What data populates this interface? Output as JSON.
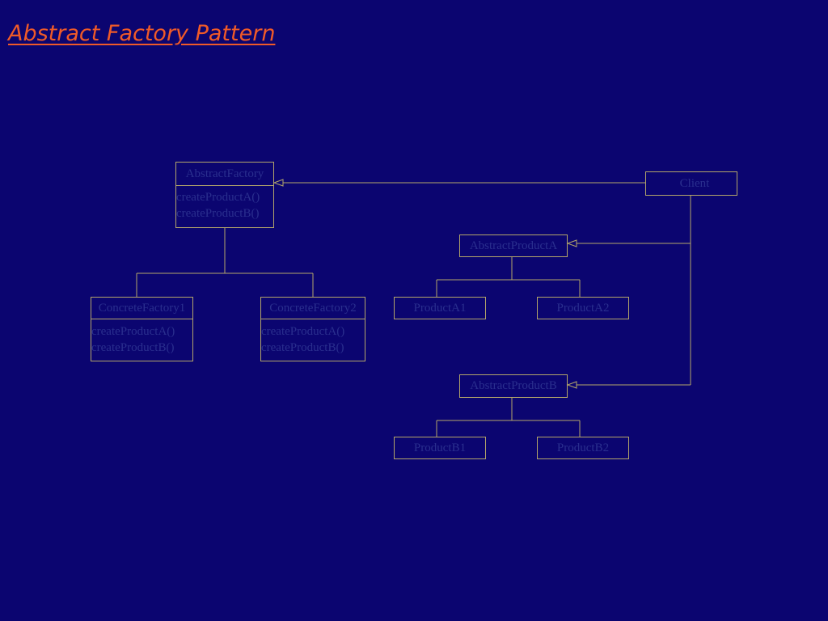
{
  "title": "Abstract Factory Pattern",
  "colors": {
    "background": "#0b0570",
    "title": "#f05a28",
    "line": "#b4a66a",
    "text": "#2a2f8e"
  },
  "classes": {
    "abstract_factory": {
      "name": "AbstractFactory",
      "ops": [
        "createProductA()",
        "createProductB()"
      ]
    },
    "concrete_factory_1": {
      "name": "ConcreteFactory1",
      "ops": [
        "createProductA()",
        "createProductB()"
      ]
    },
    "concrete_factory_2": {
      "name": "ConcreteFactory2",
      "ops": [
        "createProductA()",
        "createProductB()"
      ]
    },
    "client": {
      "name": "Client"
    },
    "abstract_product_a": {
      "name": "AbstractProductA"
    },
    "product_a1": {
      "name": "ProductA1"
    },
    "product_a2": {
      "name": "ProductA2"
    },
    "abstract_product_b": {
      "name": "AbstractProductB"
    },
    "product_b1": {
      "name": "ProductB1"
    },
    "product_b2": {
      "name": "ProductB2"
    }
  }
}
